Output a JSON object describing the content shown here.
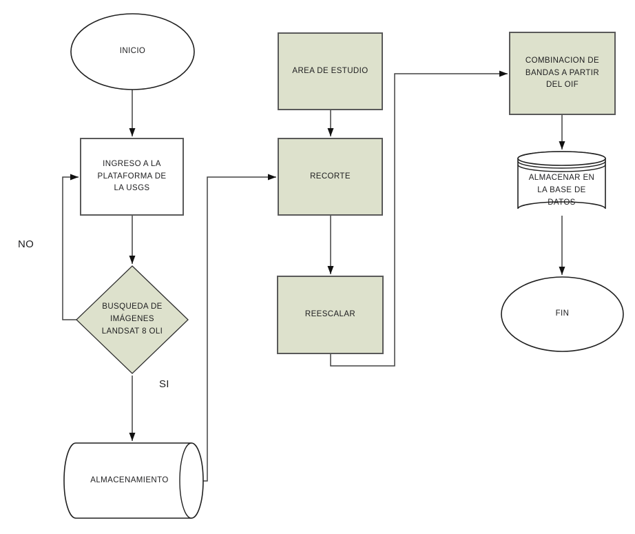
{
  "colors": {
    "process_fill": "#dde1cc",
    "shape_stroke": "#595959",
    "terminator_stroke": "#1f1f1f",
    "line": "#404040",
    "text": "#1c1c1e",
    "background": "#ffffff"
  },
  "nodes": {
    "inicio": {
      "type": "terminator",
      "label": "INICIO"
    },
    "ingreso": {
      "type": "process",
      "label": "INGRESO A LA\nPLATAFORMA DE\nLA USGS"
    },
    "busqueda": {
      "type": "decision",
      "label": "BUSQUEDA DE\nIMÁGENES\nLANDSAT 8 OLI"
    },
    "almacenamiento": {
      "type": "storage",
      "label": "ALMACENAMIENTO"
    },
    "area": {
      "type": "process",
      "label": "AREA DE ESTUDIO"
    },
    "recorte": {
      "type": "process",
      "label": "RECORTE"
    },
    "reescalar": {
      "type": "process",
      "label": "REESCALAR"
    },
    "combinacion": {
      "type": "process",
      "label": "COMBINACION DE\nBANDAS A PARTIR\nDEL OIF"
    },
    "almacenar_bd": {
      "type": "database",
      "label": "ALMACENAR EN\nLA BASE DE\nDATOS"
    },
    "fin": {
      "type": "terminator",
      "label": "FIN"
    }
  },
  "edge_labels": {
    "no": "NO",
    "si": "SI"
  }
}
